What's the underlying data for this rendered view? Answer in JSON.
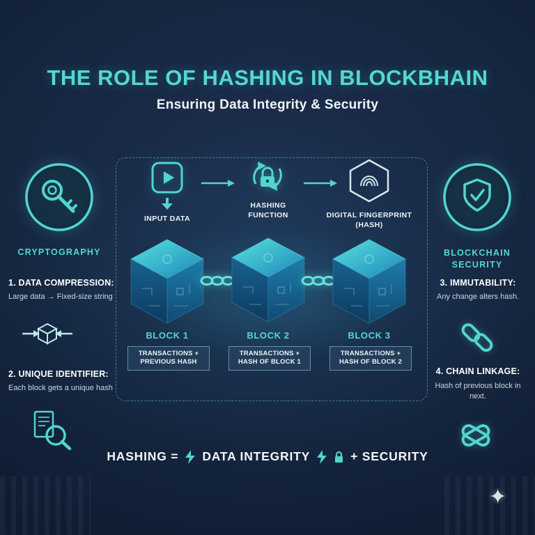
{
  "colors": {
    "accent": "#52d5cf",
    "background": "#152642",
    "text": "#ffffff"
  },
  "header": {
    "title": "THE ROLE OF HASHING IN BLOCKBHAIN",
    "subtitle": "Ensuring Data Integrity & Security"
  },
  "left_column": {
    "label": "CRYPTOGRAPHY",
    "items": [
      {
        "heading": "1. DATA COMPRESSION:",
        "body": "Large data → Fixed-size string"
      },
      {
        "heading": "2. UNIQUE IDENTIFIER:",
        "body": "Each block gets a unique hash"
      }
    ]
  },
  "right_column": {
    "label": "BLOCKCHAIN SECURITY",
    "items": [
      {
        "heading": "3. IMMUTABILITY:",
        "body": "Any change alters hash."
      },
      {
        "heading": "4. CHAIN LINKAGE:",
        "body": "Hash of previous block in next."
      }
    ]
  },
  "flow": {
    "steps": [
      {
        "label": "INPUT DATA",
        "icon": "play-icon"
      },
      {
        "label": "HASHING FUNCTION",
        "icon": "lock-refresh-icon"
      },
      {
        "label": "DIGITAL FINGERPRINT (HASH)",
        "icon": "fingerprint-hexagon-icon"
      }
    ],
    "blocks": [
      {
        "name": "BLOCK 1",
        "content": "TRANSACTIONS + PREVIOUS HASH"
      },
      {
        "name": "BLOCK 2",
        "content": "TRANSACTIONS + HASH OF BLOCK 1"
      },
      {
        "name": "BLOCK 3",
        "content": "TRANSACTIONS + HASH OF BLOCK 2"
      }
    ]
  },
  "footer": {
    "part1": "HASHING =",
    "part2": "DATA INTEGRITY",
    "part3": "+ SECURITY"
  },
  "decor": {
    "sparkle": "✦"
  }
}
